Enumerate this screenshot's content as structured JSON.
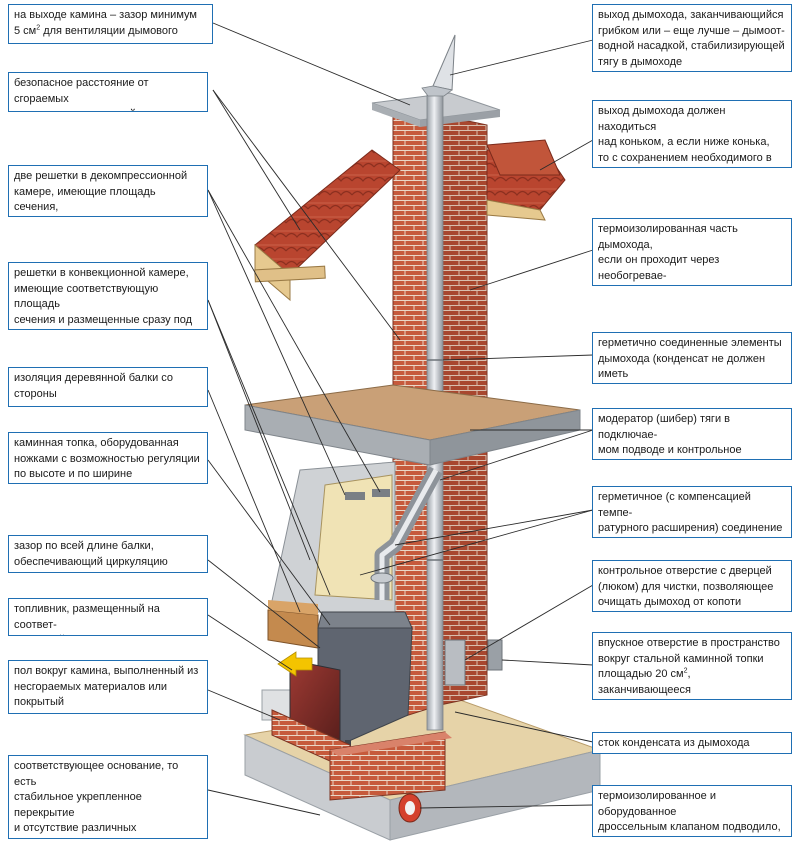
{
  "colors": {
    "border_blue": "#1f6fb3",
    "brick": "#c65a3c",
    "roof_tile": "#b9452f",
    "slab": "#c89f75",
    "flue_metal": "#c9ccd1",
    "firebox": "#5f6570",
    "floor": "#e3cfa0",
    "base": "#cdd0d3",
    "arrow_yellow": "#f4c400"
  },
  "callouts": {
    "left": [
      {
        "id": "l1",
        "html": "на выходе камина – зазор минимум<br>5 см<sup>2</sup> для вентиляции дымового канала"
      },
      {
        "id": "l2",
        "html": "безопасное расстояние от сгораемых<br>элементов или местной теплоизоляции"
      },
      {
        "id": "l3",
        "html": "две решетки в декомпрессионной<br>камере, имеющие площадь сечения,<br>соответствующую мощности топки"
      },
      {
        "id": "l4",
        "html": "решетки в конвекционной камере,<br>имеющие соответствующую площадь<br>сечения и размещенные сразу под полкой<br>декомпрессионной камеры"
      },
      {
        "id": "l5",
        "html": "изоляция деревянной балки со стороны<br>топки и дверцы"
      },
      {
        "id": "l6",
        "html": "каминная топка, оборудованная<br>ножками с возможностью регуляции<br>по высоте и по ширине"
      },
      {
        "id": "l7",
        "html": "зазор по всей длине балки,<br>обеспечивающий циркуляцию воздуха"
      },
      {
        "id": "l8",
        "html": "топливник, размещенный на соответ-<br>ствующей высоте над полом"
      },
      {
        "id": "l9",
        "html": "пол вокруг камина, выполненный из<br>несгораемых материалов или покрытый<br>таким материалом (например, жестью)"
      },
      {
        "id": "l10",
        "html": "соответствующее основание, то есть<br>стабильное укрепленное перекрытие<br>и отсутствие различных коммуникаций<br>в нем (отопительных, газовых или<br>электрических)"
      }
    ],
    "right": [
      {
        "id": "r1",
        "html": "выход дымохода, заканчивающийся<br>грибком или – еще лучше – дымоот-<br>водной насадкой, стабилизирующей<br>тягу в дымоходе"
      },
      {
        "id": "r2",
        "html": "выход дымохода должен находиться<br>над коньком, а если ниже конька,<br>то с сохранением необходимого в таком<br>случае расстояния от ската крыши"
      },
      {
        "id": "r3",
        "html": "термоизолированная часть дымохода,<br>если он проходит через необогревае-<br>мые помещения, например, неэксплуа-<br>тируемый чердак"
      },
      {
        "id": "r4",
        "html": "герметично соединенные элементы<br>дымохода (конденсат не должен иметь<br>выход наружу)"
      },
      {
        "id": "r5",
        "html": "модератор (шибер) тяги в подключае-<br>мом подводе и контрольное отверстие<br>в вытяжке"
      },
      {
        "id": "r6",
        "html": "герметичное (с компенсацией темпе-<br>ратурного расширения) соединение<br>каминной топки с дымоходом"
      },
      {
        "id": "r7",
        "html": "контрольное отверстие с дверцей<br>(люком) для чистки, позволяющее<br>очищать дымоход от копоти"
      },
      {
        "id": "r8",
        "html": "впускное отверстие в пространство<br>вокруг стальной каминной топки<br>площадью 20 см<sup>2</sup>, заканчивающееся<br>решеткой"
      },
      {
        "id": "r9",
        "html": "сток конденсата из дымохода"
      },
      {
        "id": "r10",
        "html": "термоизолированное и оборудованное<br>дроссельным клапаном подводило,<br>обеспечивающее приток воздуха извне"
      }
    ]
  }
}
